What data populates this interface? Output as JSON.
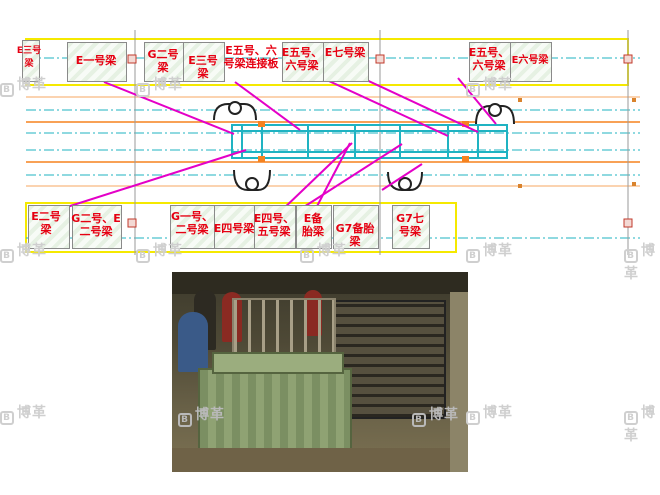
{
  "diagram": {
    "top_boxes": [
      {
        "id": "t0",
        "label": "E三号\n梁"
      },
      {
        "id": "t1",
        "label": "E一号梁"
      },
      {
        "id": "t2",
        "label": "G二号\n梁"
      },
      {
        "id": "t3",
        "label": "E三号梁"
      },
      {
        "id": "t4",
        "label": "E五号、六\n号梁连接板"
      },
      {
        "id": "t5",
        "label": "E五号、\n六号梁"
      },
      {
        "id": "t6",
        "label": "E七号梁"
      },
      {
        "id": "t7",
        "label": "E五号、\n六号梁"
      },
      {
        "id": "t8",
        "label": "E六号梁"
      }
    ],
    "bottom_boxes": [
      {
        "id": "b0",
        "label": "E二号\n梁"
      },
      {
        "id": "b1",
        "label": "G二号、E\n二号梁"
      },
      {
        "id": "b2",
        "label": "G一号、\n二号梁"
      },
      {
        "id": "b3",
        "label": "E四号梁"
      },
      {
        "id": "b4",
        "label": "E四号、\n五号梁"
      },
      {
        "id": "b5",
        "label": "E备\n胎梁"
      },
      {
        "id": "b6",
        "label": "G7备胎梁"
      },
      {
        "id": "b7",
        "label": "G7七\n号梁"
      }
    ],
    "colors": {
      "zone_border": "#f5e900",
      "rail": "#f5821f",
      "guide_line": "#1fb3c2",
      "connector": "#e400c7",
      "label": "#e60012"
    }
  },
  "watermark": {
    "text": "博革"
  },
  "photo": {
    "caption": "Workshop storage racks photo"
  }
}
